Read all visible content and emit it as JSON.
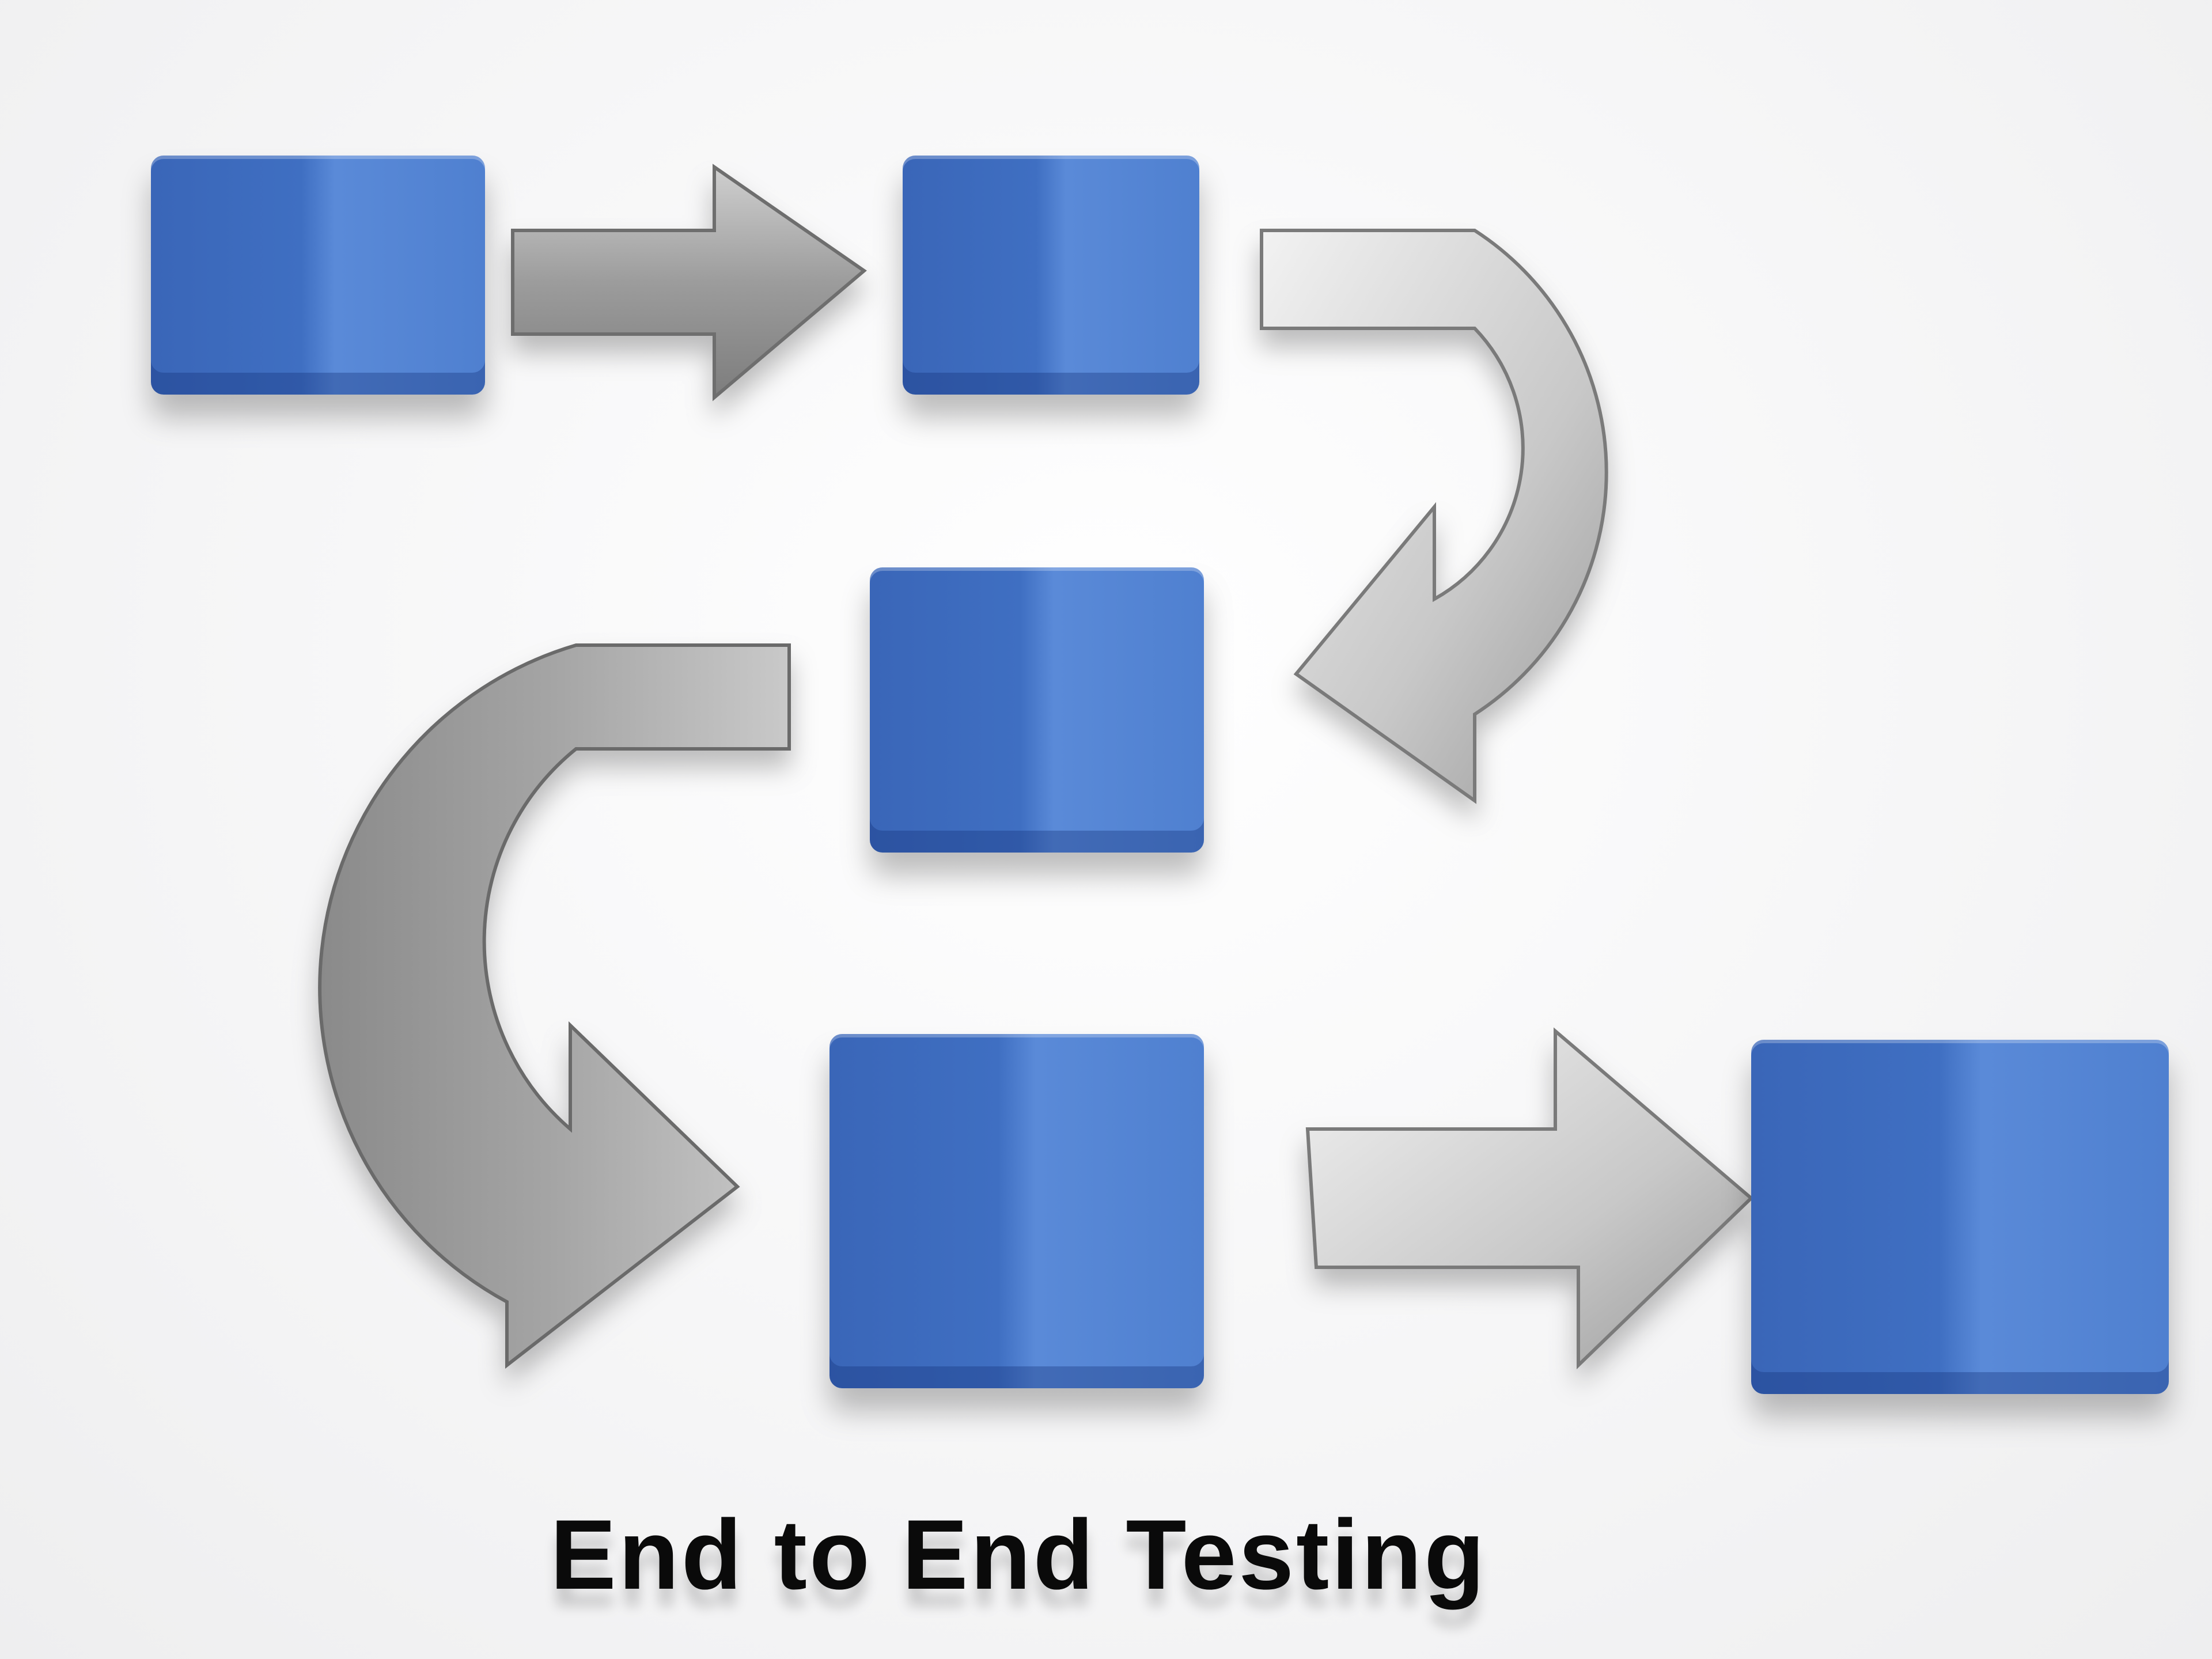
{
  "diagram": {
    "title": "End to End Testing",
    "colors": {
      "block": "#3f6fc2",
      "block_highlight": "#5a8ad8",
      "arrow": "#a9a9a9",
      "arrow_dark": "#7a7a7a",
      "text": "#0a0a0a",
      "background": "#f7f7f8"
    },
    "blocks": [
      {
        "id": "step-1",
        "label": ""
      },
      {
        "id": "step-2",
        "label": ""
      },
      {
        "id": "step-3",
        "label": ""
      },
      {
        "id": "step-4",
        "label": ""
      },
      {
        "id": "step-5",
        "label": ""
      }
    ],
    "arrows": [
      {
        "from": "step-1",
        "to": "step-2",
        "shape": "straight-right"
      },
      {
        "from": "step-2",
        "to": "step-3",
        "shape": "curved-u-turn-right"
      },
      {
        "from": "step-3",
        "to": "step-4",
        "shape": "curved-u-turn-left"
      },
      {
        "from": "step-4",
        "to": "step-5",
        "shape": "straight-right"
      }
    ]
  }
}
